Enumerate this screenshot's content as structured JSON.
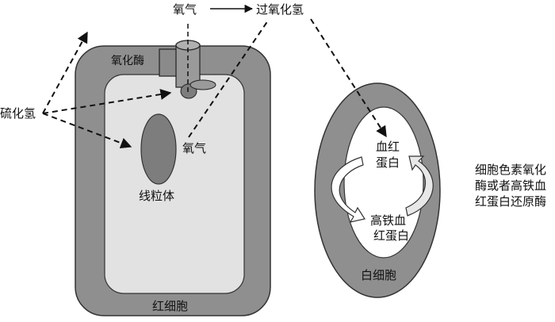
{
  "labels": {
    "oxygen_top": "氧气",
    "hydrogen_peroxide": "过氧化氢",
    "oxidase": "氧化酶",
    "hydrogen_sulfide": "硫化氢",
    "oxygen_inner": "氧气",
    "mitochondria": "线粒体",
    "red_blood_cell": "红细胞",
    "hemoglobin": [
      "血红",
      "蛋白"
    ],
    "methemoglobin": [
      "高铁血",
      "红蛋白"
    ],
    "white_blood_cell": "白细胞",
    "reductase_note": [
      "细胞色素氧化",
      "酶或者高铁血",
      "红蛋白还原酶"
    ]
  },
  "colors": {
    "outer_cell": "#8f8f8f",
    "inner_cell": "#e2e2e2",
    "organelle": "#7d7d7d",
    "background": "#ffffff"
  }
}
